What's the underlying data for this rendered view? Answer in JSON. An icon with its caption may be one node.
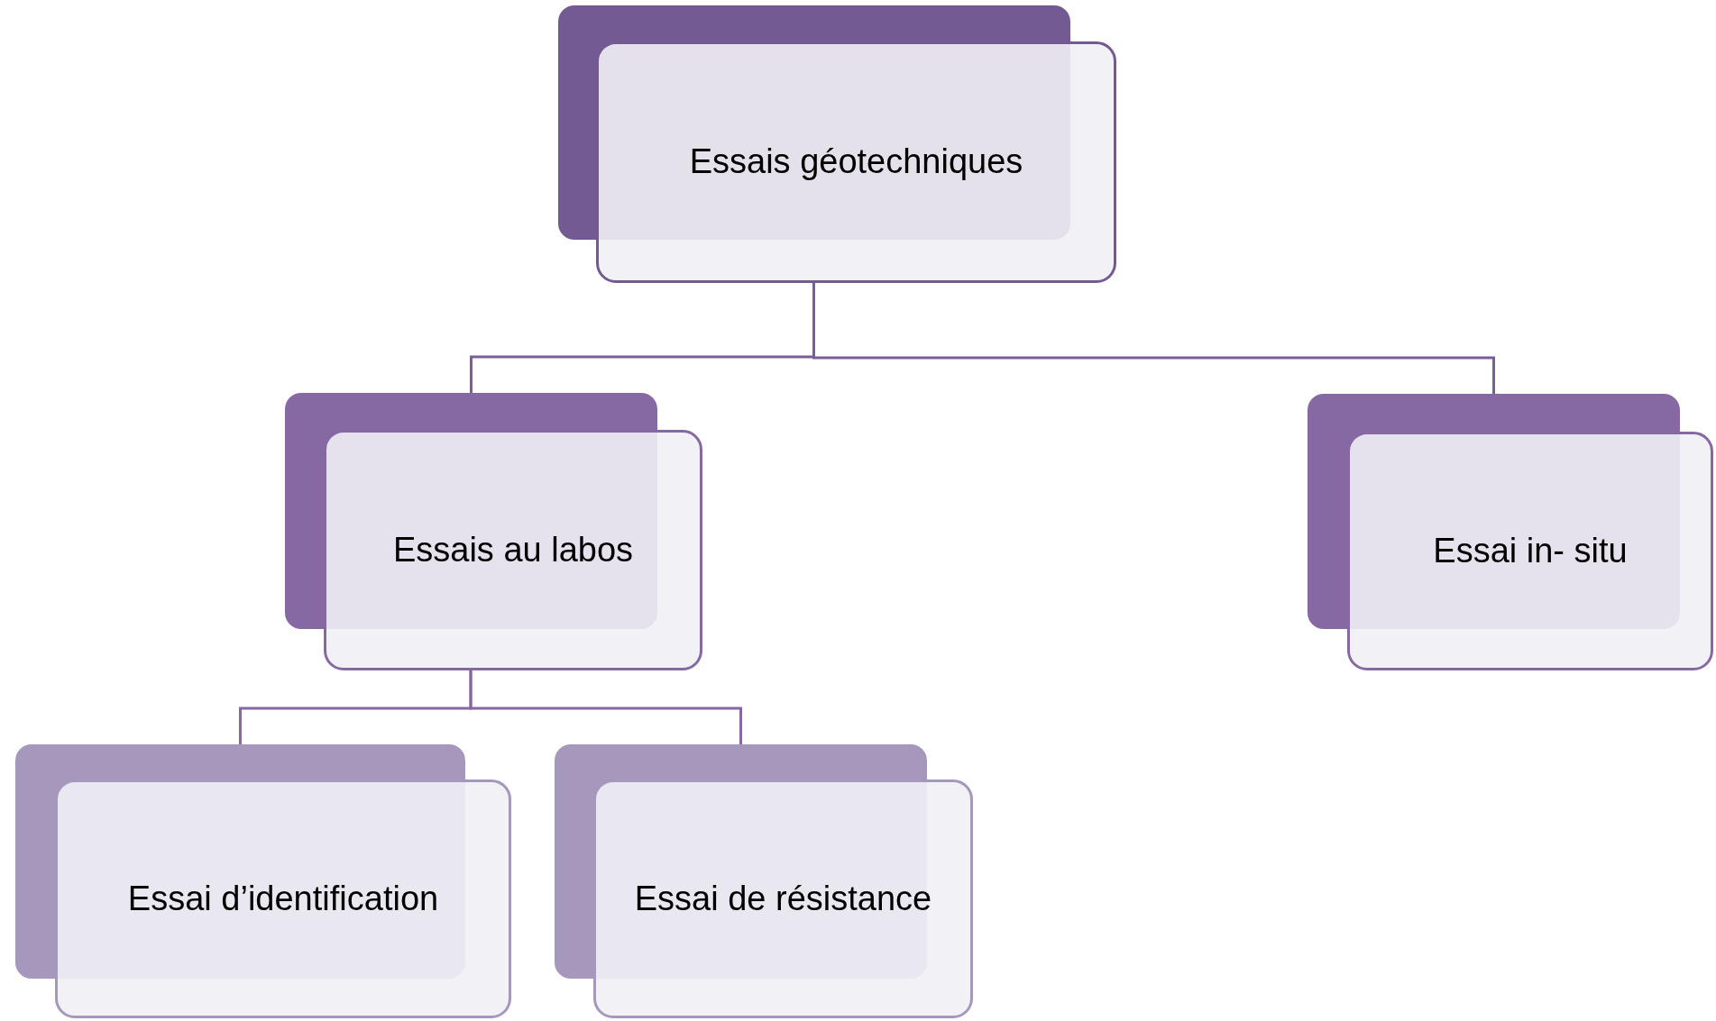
{
  "diagram": {
    "nodes": [
      {
        "text": [
          "Essais géotechniques"
        ]
      },
      {
        "text": [
          "Essais au labos"
        ]
      },
      {
        "text": [
          "Essai in- situ"
        ]
      },
      {
        "text": [
          "Essai d’identification"
        ]
      },
      {
        "text": [
          "Essai de résistance"
        ]
      }
    ],
    "edges": [
      {
        "from": 0,
        "to": 1,
        "arrow": "none"
      },
      {
        "from": 0,
        "to": 2,
        "arrow": "none"
      },
      {
        "from": 1,
        "to": 3,
        "arrow": "none"
      },
      {
        "from": 1,
        "to": 4,
        "arrow": "none"
      }
    ]
  }
}
